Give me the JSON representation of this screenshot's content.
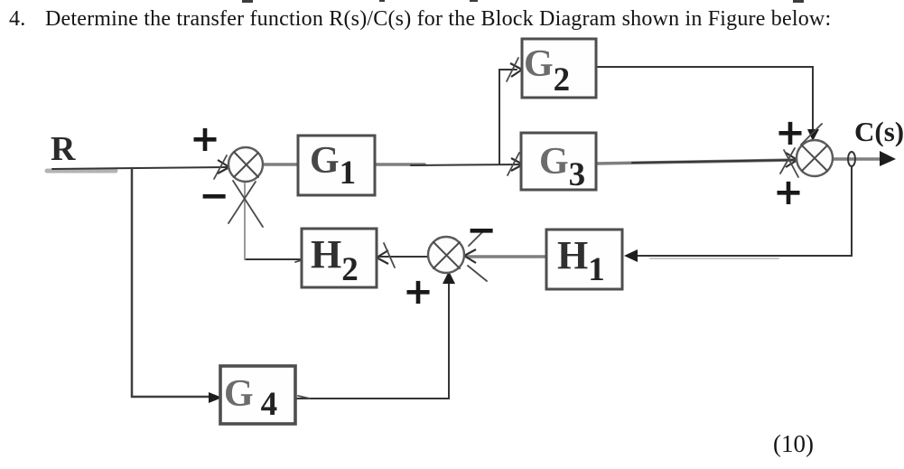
{
  "page": {
    "question_number": "4.",
    "title": "Determine the transfer function R(s)/C(s) for the Block Diagram shown in Figure below:",
    "marks": "(10)"
  },
  "diagram": {
    "input_label": "R",
    "output_label": "C(s)",
    "blocks": [
      {
        "id": "G1",
        "base": "G",
        "sub": "1"
      },
      {
        "id": "G2",
        "base": "G",
        "sub": "2"
      },
      {
        "id": "G3",
        "base": "G",
        "sub": "3"
      },
      {
        "id": "G4",
        "base": "G",
        "sub": "4"
      },
      {
        "id": "H1",
        "base": "H",
        "sub": "1"
      },
      {
        "id": "H2",
        "base": "H",
        "sub": "2"
      }
    ],
    "signs": {
      "sum1_top": "+",
      "sum1_bottom": "−",
      "sum2_right": "−",
      "sum2_bottom": "+",
      "sum3_top": "+",
      "sum3_bottom": "+"
    }
  }
}
